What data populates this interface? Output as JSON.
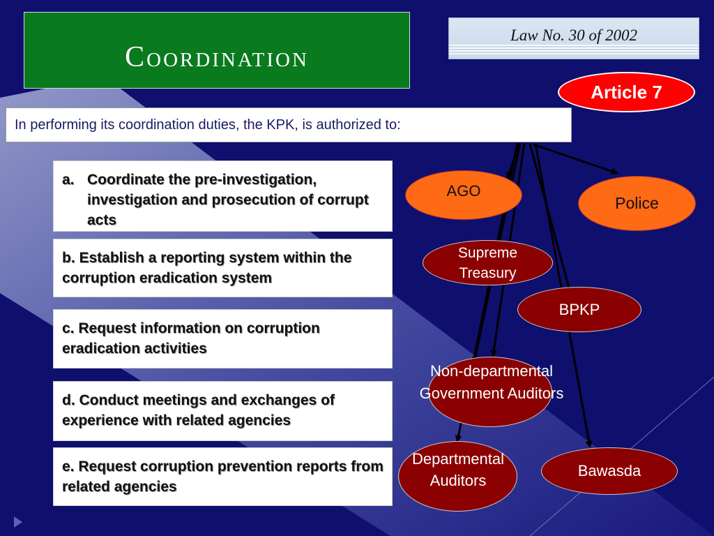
{
  "title": "Coordination",
  "law": "Law No. 30 of 2002",
  "article": "Article 7",
  "intro": "In performing its coordination duties, the KPK, is authorized to:",
  "items": {
    "a_marker": "a.",
    "a_text": "Coordinate the pre-investigation, investigation and prosecution of corrupt acts",
    "b": "b. Establish a reporting system within the corruption eradication system",
    "c": "c. Request information on corruption eradication activities",
    "d": "d. Conduct meetings and exchanges of experience with related agencies",
    "e": "e. Request corruption prevention reports from related agencies"
  },
  "agencies": {
    "ago": "AGO",
    "police": "Police",
    "supreme_treasury": "Supreme Treasury",
    "bpkp": "BPKP",
    "non_departmental": "Non-departmental Government Auditors",
    "departmental": "Departmental Auditors",
    "bawasda": "Bawasda"
  },
  "colors": {
    "background": "#0f0f6e",
    "title_box": "#0a7a1e",
    "article_oval": "#ff0000",
    "orange_oval": "#ff6a14",
    "dark_red_oval": "#8b0000"
  }
}
